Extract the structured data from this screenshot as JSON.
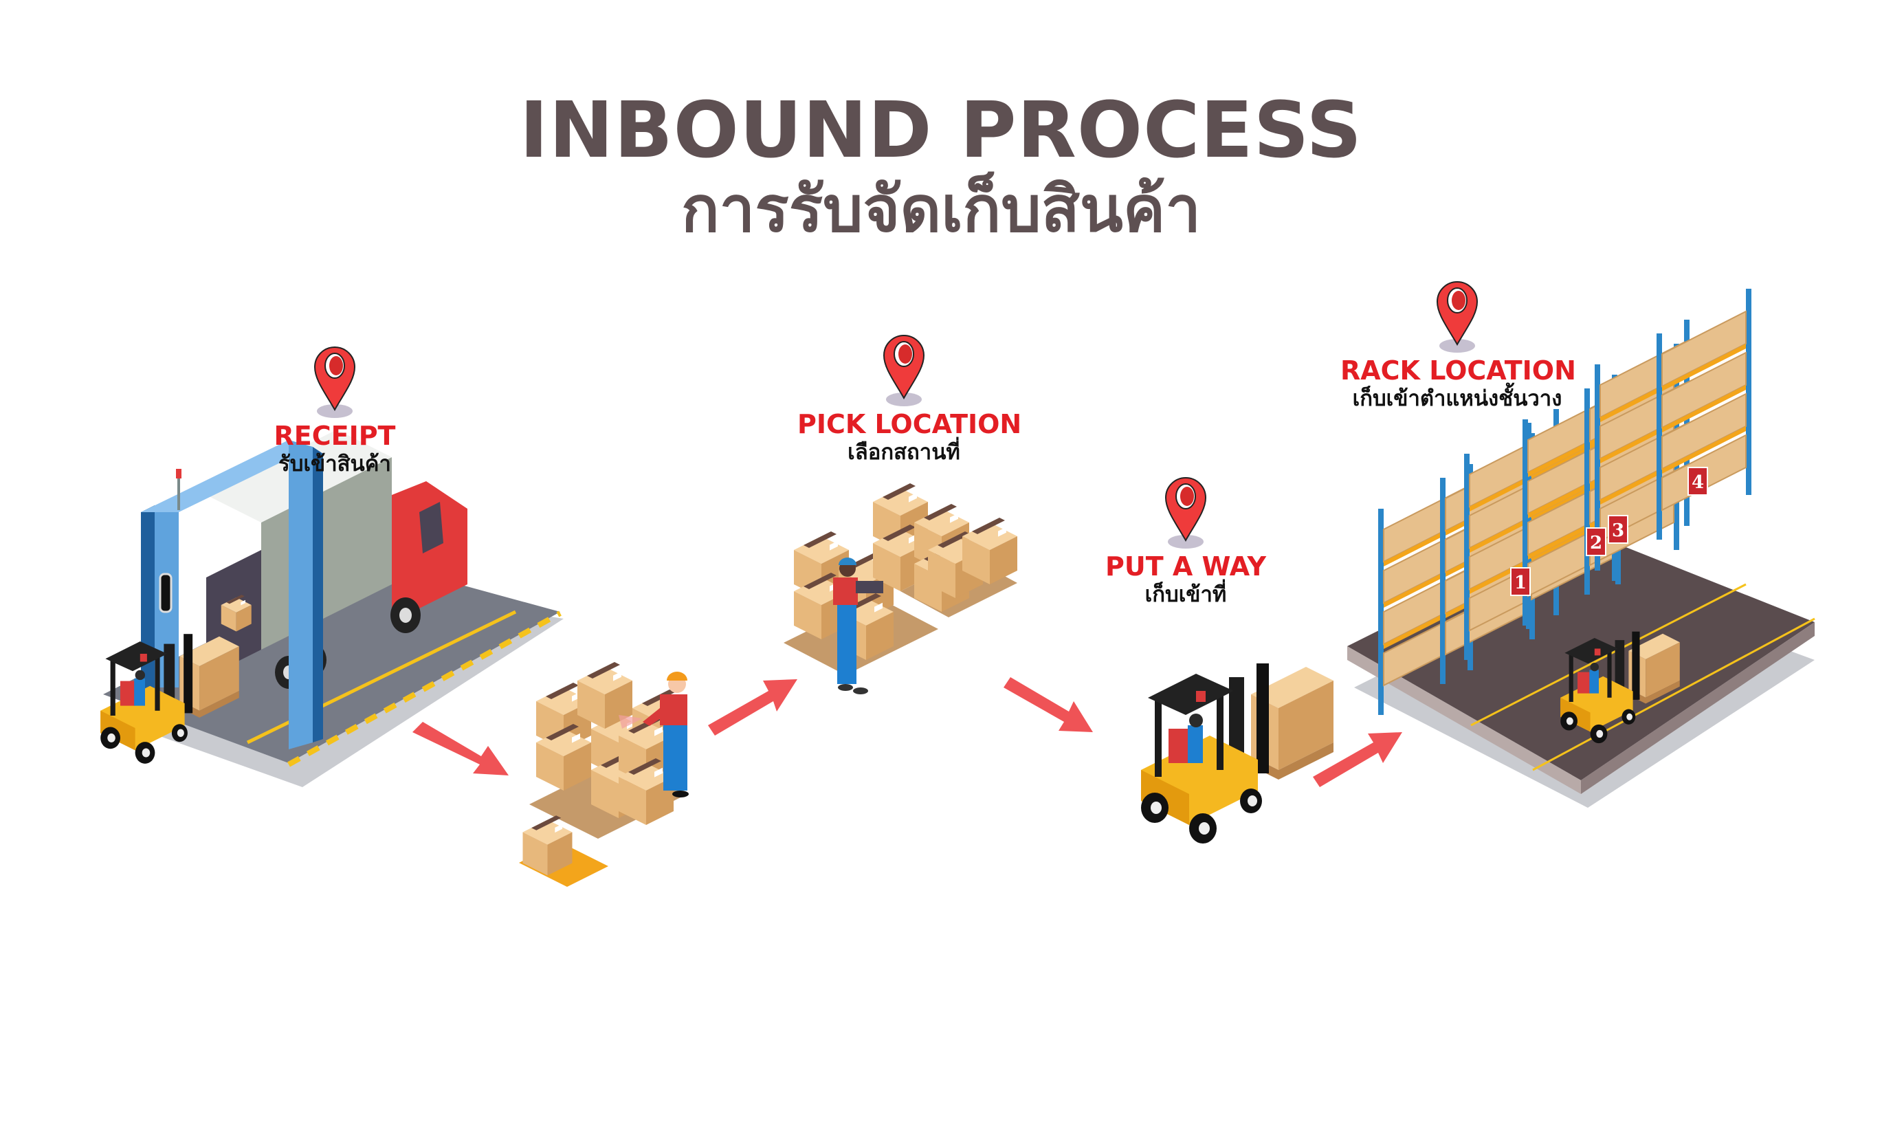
{
  "title": {
    "english": "INBOUND PROCESS",
    "thai": "การรับจัดเก็บสินค้า"
  },
  "steps": [
    {
      "id": "receipt",
      "label_en": "RECEIPT",
      "label_th": "รับเข้าสินค้า",
      "icon": "map-pin-icon"
    },
    {
      "id": "pick-location",
      "label_en": "PICK LOCATION",
      "label_th": "เลือกสถานที่",
      "icon": "map-pin-icon"
    },
    {
      "id": "put-a-way",
      "label_en": "PUT A WAY",
      "label_th": "เก็บเข้าที่",
      "icon": "map-pin-icon"
    },
    {
      "id": "rack-location",
      "label_en": "RACK LOCATION",
      "label_th": "เก็บเข้าตำแหน่งชั้นวาง",
      "icon": "map-pin-icon"
    }
  ],
  "rack_labels": [
    "1",
    "2",
    "3",
    "4"
  ],
  "flow_arrows": [
    {
      "from": "receipt",
      "to": "scan-pallets"
    },
    {
      "from": "scan-pallets",
      "to": "pick-location"
    },
    {
      "from": "pick-location",
      "to": "put-a-way"
    },
    {
      "from": "put-a-way",
      "to": "rack-location"
    }
  ],
  "colors": {
    "title": "#5e5052",
    "accent_red": "#e31e24",
    "arrow": "#ef5356",
    "pin_red": "#ef3b3b",
    "gate_blue": "#5fa3dd",
    "rack_blue": "#2a86c8",
    "forklift_yellow": "#f5b820",
    "box": "#e7b87c",
    "floor_gray": "#777b86",
    "floor_dark": "#5a4c4e"
  }
}
